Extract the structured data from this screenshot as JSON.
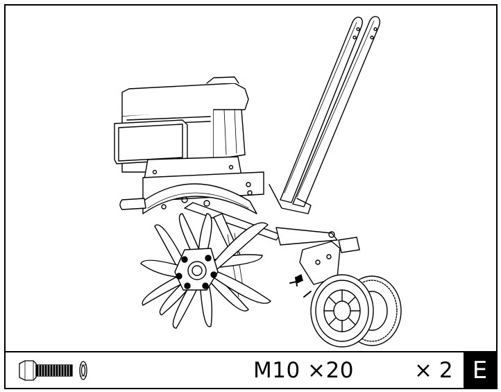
{
  "fastener": {
    "size_label": "M10 ×20",
    "quantity_label": "× 2"
  },
  "step": {
    "letter": "E"
  },
  "icons": {
    "bolt": "hex-bolt-icon",
    "washer": "lock-washer-icon"
  },
  "colors": {
    "line": "#000000",
    "background": "#ffffff",
    "step_badge": "#000000"
  }
}
